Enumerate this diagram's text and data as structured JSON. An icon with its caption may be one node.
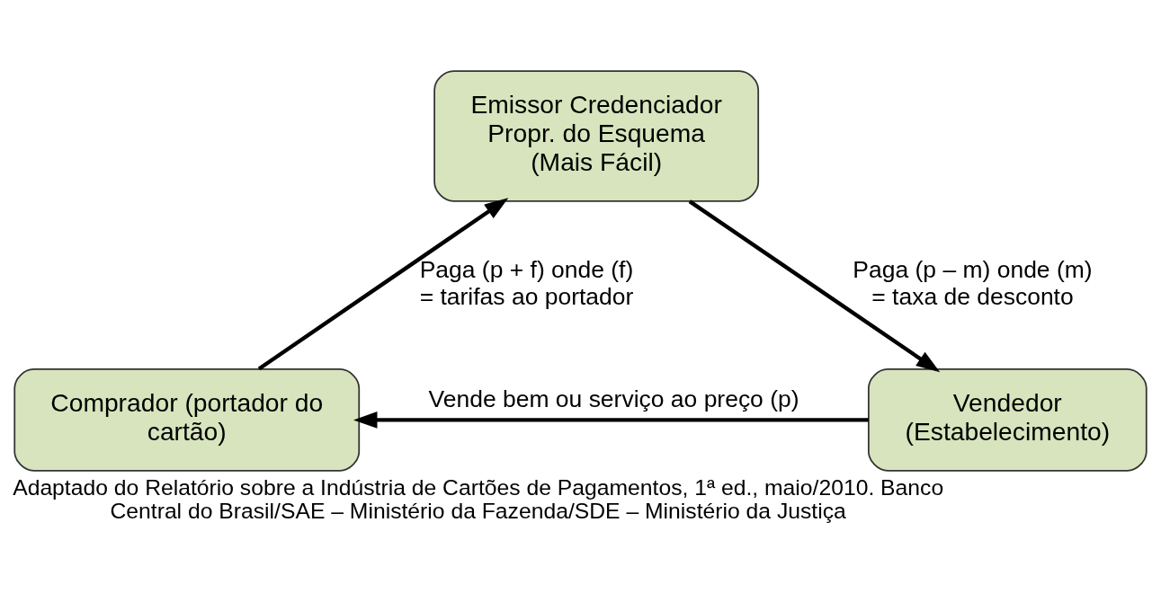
{
  "diagram": {
    "caption": "Adaptado do Relatório sobre a Indústria de Cartões de Pagamentos, 1ª ed., maio/2010. Banco Central do Brasil/SAE – Ministério da Fazenda/SDE – Ministério da Justiça",
    "nodes": [
      {
        "text": [
          "Emissor Credenciador Propr. do Esquema (Mais Fácil)"
        ]
      },
      {
        "text": [
          "Comprador (portador do cartão)"
        ]
      },
      {
        "text": [
          "Vendedor (Estabelecimento)"
        ]
      }
    ],
    "edges": [
      {
        "from": 1,
        "to": 0,
        "arrow": "to",
        "label": "Paga (p + f) onde (f) = tarifas ao portador"
      },
      {
        "from": 0,
        "to": 2,
        "arrow": "to",
        "label": "Paga (p – m) onde (m) = taxa de desconto"
      },
      {
        "from": 2,
        "to": 1,
        "arrow": "to",
        "label": "Vende bem ou serviço ao preço (p)"
      }
    ]
  }
}
